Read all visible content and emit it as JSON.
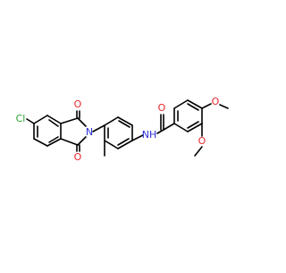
{
  "molecule": {
    "atoms": {
      "cl": "Cl",
      "o_top": "O",
      "o_bottom": "O",
      "n_imide": "N",
      "nh": "NH",
      "o_amide": "O",
      "o_methoxy_1": "O",
      "o_methoxy_2": "O"
    },
    "colors": {
      "bond": "#000000",
      "chlorine": "#2da12d",
      "oxygen": "#e8262b",
      "nitrogen": "#2b2fd6"
    }
  }
}
